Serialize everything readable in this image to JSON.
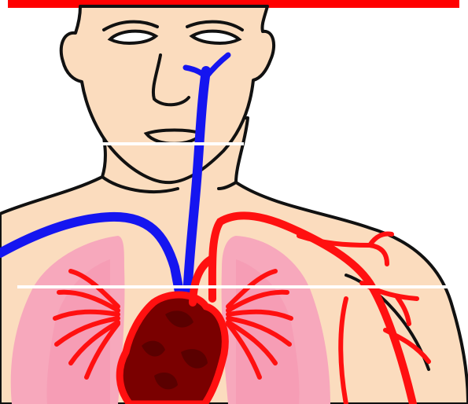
{
  "illustration": {
    "subject": "human-head-torso-circulatory-system",
    "colors": {
      "skin": "#fbdcbe",
      "outline": "#111111",
      "vein": "#1515f0",
      "artery": "#ff1010",
      "lung": "#f7a8bc",
      "lung_inner": "#f48aa8",
      "heart": "#7a0000",
      "heart_shadow": "#5a0000",
      "top_bar": "#ff0000",
      "separator": "#ffffff",
      "background": "#ffffff"
    },
    "parts": [
      "face",
      "eyes",
      "nose",
      "mouth",
      "neck",
      "shoulders",
      "left-lung",
      "right-lung",
      "heart",
      "jugular-vein",
      "subclavian-vein",
      "carotid-artery",
      "arm-arteries",
      "pulmonary-vessels"
    ]
  }
}
